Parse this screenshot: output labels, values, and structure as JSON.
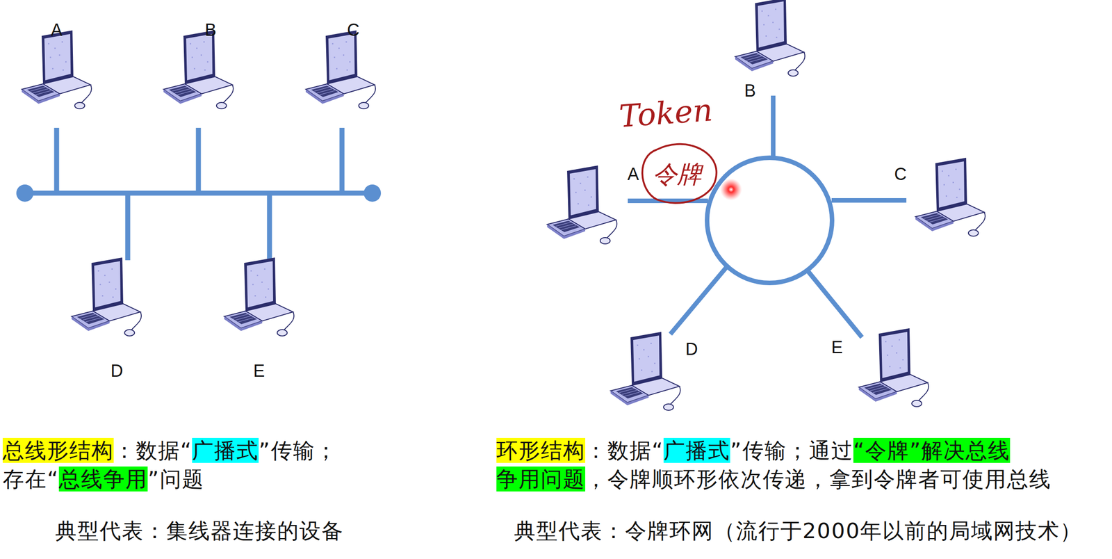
{
  "diagram": {
    "nodes": [
      {
        "text": [
          "A"
        ]
      },
      {
        "text": [
          "B"
        ]
      },
      {
        "text": [
          "C"
        ]
      },
      {
        "text": [
          "D"
        ]
      },
      {
        "text": [
          "E"
        ]
      },
      {
        "text": [
          "A"
        ]
      },
      {
        "text": [
          "B"
        ]
      },
      {
        "text": [
          "C"
        ]
      },
      {
        "text": [
          "D"
        ]
      },
      {
        "text": [
          "E"
        ]
      }
    ],
    "labels": [
      "总线形结构",
      "：数据“",
      "广播式",
      "”传输；",
      "存在“",
      "总线争用",
      "”问题",
      "典型代表：集线器连接的设备",
      "Token",
      "令牌",
      "环形结构",
      "：数据“",
      "广播式",
      "”传输；通过",
      "“令牌”解决总线",
      "争用问题",
      "，令牌顺环形依次传递，拿到令牌者可使用总线",
      "典型代表：令牌环网（流行于2000年以前的局域网技术）"
    ]
  }
}
